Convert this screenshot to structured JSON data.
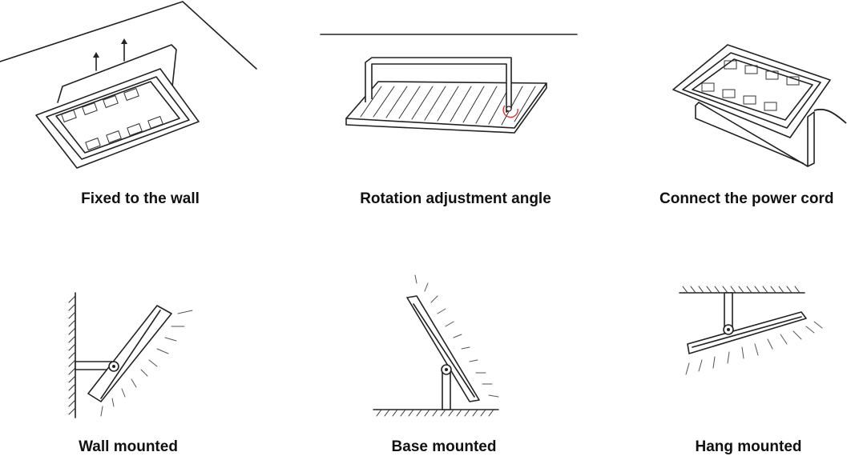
{
  "panels": [
    {
      "caption": "Fixed to the wall",
      "icon": "ceiling-fixed-floodlight-icon"
    },
    {
      "caption": "Rotation adjustment angle",
      "icon": "bracket-rotation-icon"
    },
    {
      "caption": "Connect the power cord",
      "icon": "power-cord-connection-icon"
    },
    {
      "caption": "Wall mounted",
      "icon": "wall-mount-icon"
    },
    {
      "caption": "Base mounted",
      "icon": "base-mount-icon"
    },
    {
      "caption": "Hang mounted",
      "icon": "hang-mount-icon"
    }
  ],
  "colors": {
    "line": "#222222",
    "highlight": "#e03030"
  }
}
